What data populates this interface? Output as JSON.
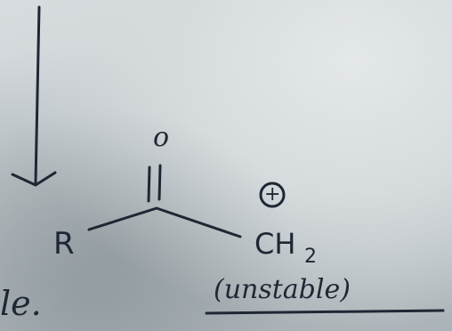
{
  "molecule": {
    "oxygen": "o",
    "r_group": "R",
    "carbon_group": "CH",
    "subscript": "2",
    "charge": "+"
  },
  "note": {
    "stability": "(unstable)",
    "left_fragment": "le."
  }
}
